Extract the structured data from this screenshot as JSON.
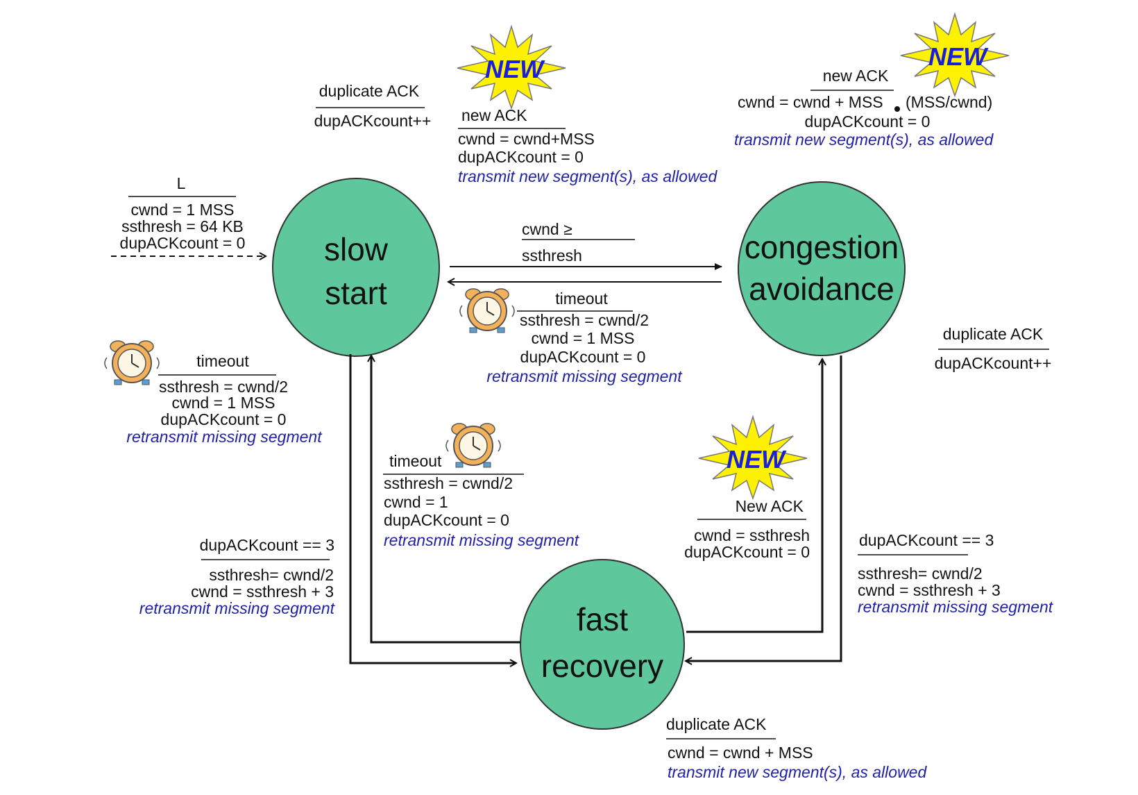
{
  "colors": {
    "state_fill": "#5ec79c",
    "state_stroke": "#333333",
    "action_text": "#1f1fa8",
    "burst_fill": "#fff200",
    "burst_text": "#1a20d8"
  },
  "states": {
    "slow_start": [
      "slow",
      "start"
    ],
    "congestion_avoidance": [
      "congestion",
      "avoidance"
    ],
    "fast_recovery": [
      "fast",
      "recovery"
    ]
  },
  "icons": {
    "new_ack_burst": "new-ack-burst-icon",
    "alarm_clock": "alarm-clock-icon"
  },
  "burst_label": "NEW",
  "transitions": {
    "init": {
      "event": "L",
      "lines": [
        "cwnd = 1 MSS",
        "ssthresh = 64 KB",
        "dupACKcount = 0"
      ]
    },
    "ss_dup_ack": {
      "event": "duplicate ACK",
      "lines": [
        "dupACKcount++"
      ]
    },
    "ss_new_ack": {
      "event": "new ACK",
      "lines": [
        "cwnd = cwnd+MSS",
        "dupACKcount = 0"
      ],
      "action": "transmit new segment(s), as allowed"
    },
    "ca_new_ack": {
      "event": "new ACK",
      "lines": [
        "cwnd = cwnd + MSS",
        "(MSS/cwnd)",
        "dupACKcount = 0"
      ],
      "action": "transmit new segment(s), as allowed"
    },
    "ss_to_ca": {
      "event": "cwnd ≥",
      "lines": [
        "ssthresh"
      ]
    },
    "ca_timeout": {
      "event": "timeout",
      "lines": [
        "ssthresh = cwnd/2",
        "cwnd = 1 MSS",
        "dupACKcount = 0"
      ],
      "action": "retransmit missing segment"
    },
    "ss_timeout": {
      "event": "timeout",
      "lines": [
        "ssthresh = cwnd/2",
        "cwnd = 1 MSS",
        "dupACKcount = 0"
      ],
      "action": "retransmit missing segment"
    },
    "ca_dup_ack": {
      "event": "duplicate ACK",
      "lines": [
        "dupACKcount++"
      ]
    },
    "fr_timeout": {
      "event": "timeout",
      "lines": [
        "ssthresh = cwnd/2",
        "cwnd = 1",
        "dupACKcount = 0"
      ],
      "action": "retransmit missing segment"
    },
    "fr_new_ack": {
      "event": "New ACK",
      "lines": [
        "cwnd = ssthresh",
        "dupACKcount = 0"
      ]
    },
    "ss_to_fr": {
      "event": "dupACKcount == 3",
      "lines": [
        "ssthresh= cwnd/2",
        "cwnd = ssthresh + 3"
      ],
      "action": "retransmit missing segment"
    },
    "ca_to_fr": {
      "event": "dupACKcount == 3",
      "lines": [
        "ssthresh= cwnd/2",
        "cwnd = ssthresh + 3"
      ],
      "action": "retransmit missing segment"
    },
    "fr_dup_ack": {
      "event": "duplicate ACK",
      "lines": [
        "cwnd = cwnd + MSS"
      ],
      "action": "transmit new segment(s), as allowed"
    }
  }
}
